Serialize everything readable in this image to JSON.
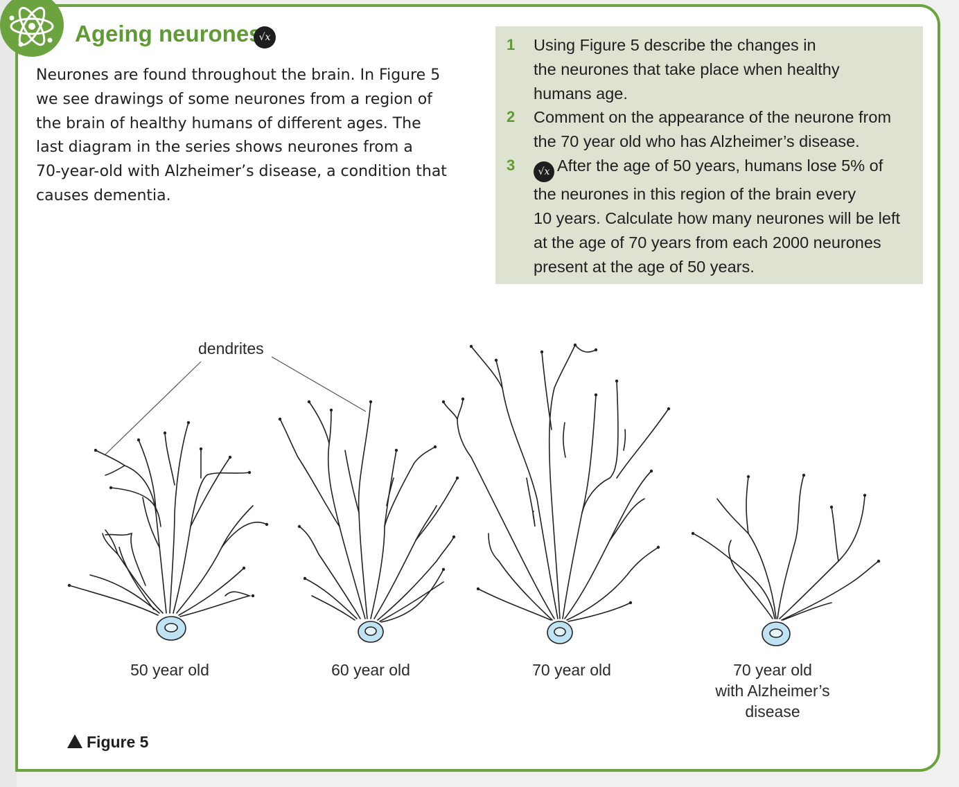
{
  "box": {
    "title": "Ageing neurones",
    "icon": "atom-icon",
    "math_badge": "√x",
    "accent_color": "#6ba33f",
    "intro_lines": [
      "Neurones are found throughout the brain. In Figure 5",
      "we see drawings of some neurones from a region of",
      "the brain of healthy humans of different ages. The",
      "last diagram in the series shows neurones from a",
      "70-year-old with Alzheimer’s disease, a condition that",
      "causes dementia."
    ]
  },
  "questions": [
    {
      "number": "1",
      "lines": [
        "Using Figure 5 describe the changes in",
        "the neurones that take place when healthy",
        "humans age."
      ]
    },
    {
      "number": "2",
      "lines": [
        "Comment on the appearance of the neurone from",
        "the 70 year old who has Alzheimer’s disease."
      ]
    },
    {
      "number": "3",
      "badge": "√x",
      "lines": [
        "After the age of 50 years, humans lose 5% of",
        "the neurones in this region of the brain every",
        "10 years. Calculate how many neurones will be left",
        "at the age of 70 years from each 2000 neurones",
        "present at the age of 50 years."
      ]
    }
  ],
  "figure": {
    "label": "Figure 5",
    "annotation": "dendrites",
    "captions": [
      [
        "50 year old"
      ],
      [
        "60 year old"
      ],
      [
        "70 year old"
      ],
      [
        "70 year old",
        "with Alzheimer’s",
        "disease"
      ]
    ]
  }
}
